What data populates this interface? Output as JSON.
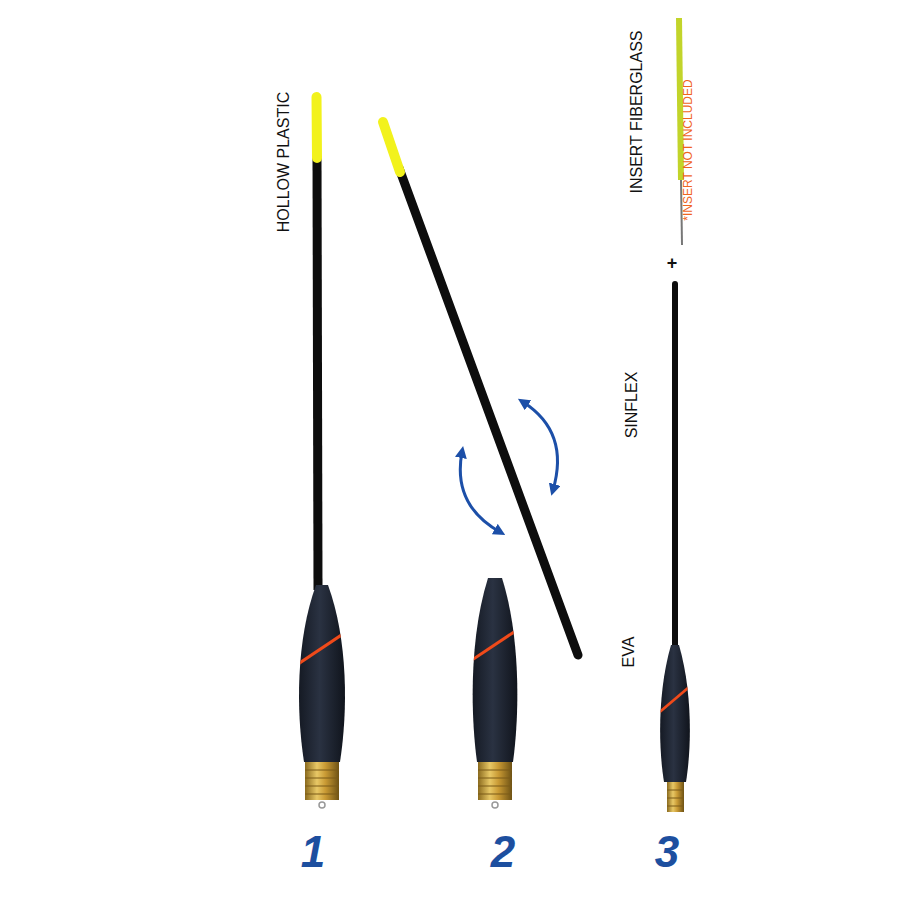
{
  "diagram": {
    "labels": [
      "HOLLOW PLASTIC",
      "INSERT FIBERGLASS",
      "*INSERT NOT INCLUDED",
      "+",
      "SINFLEX",
      "EVA",
      "1",
      "2",
      "3"
    ]
  }
}
